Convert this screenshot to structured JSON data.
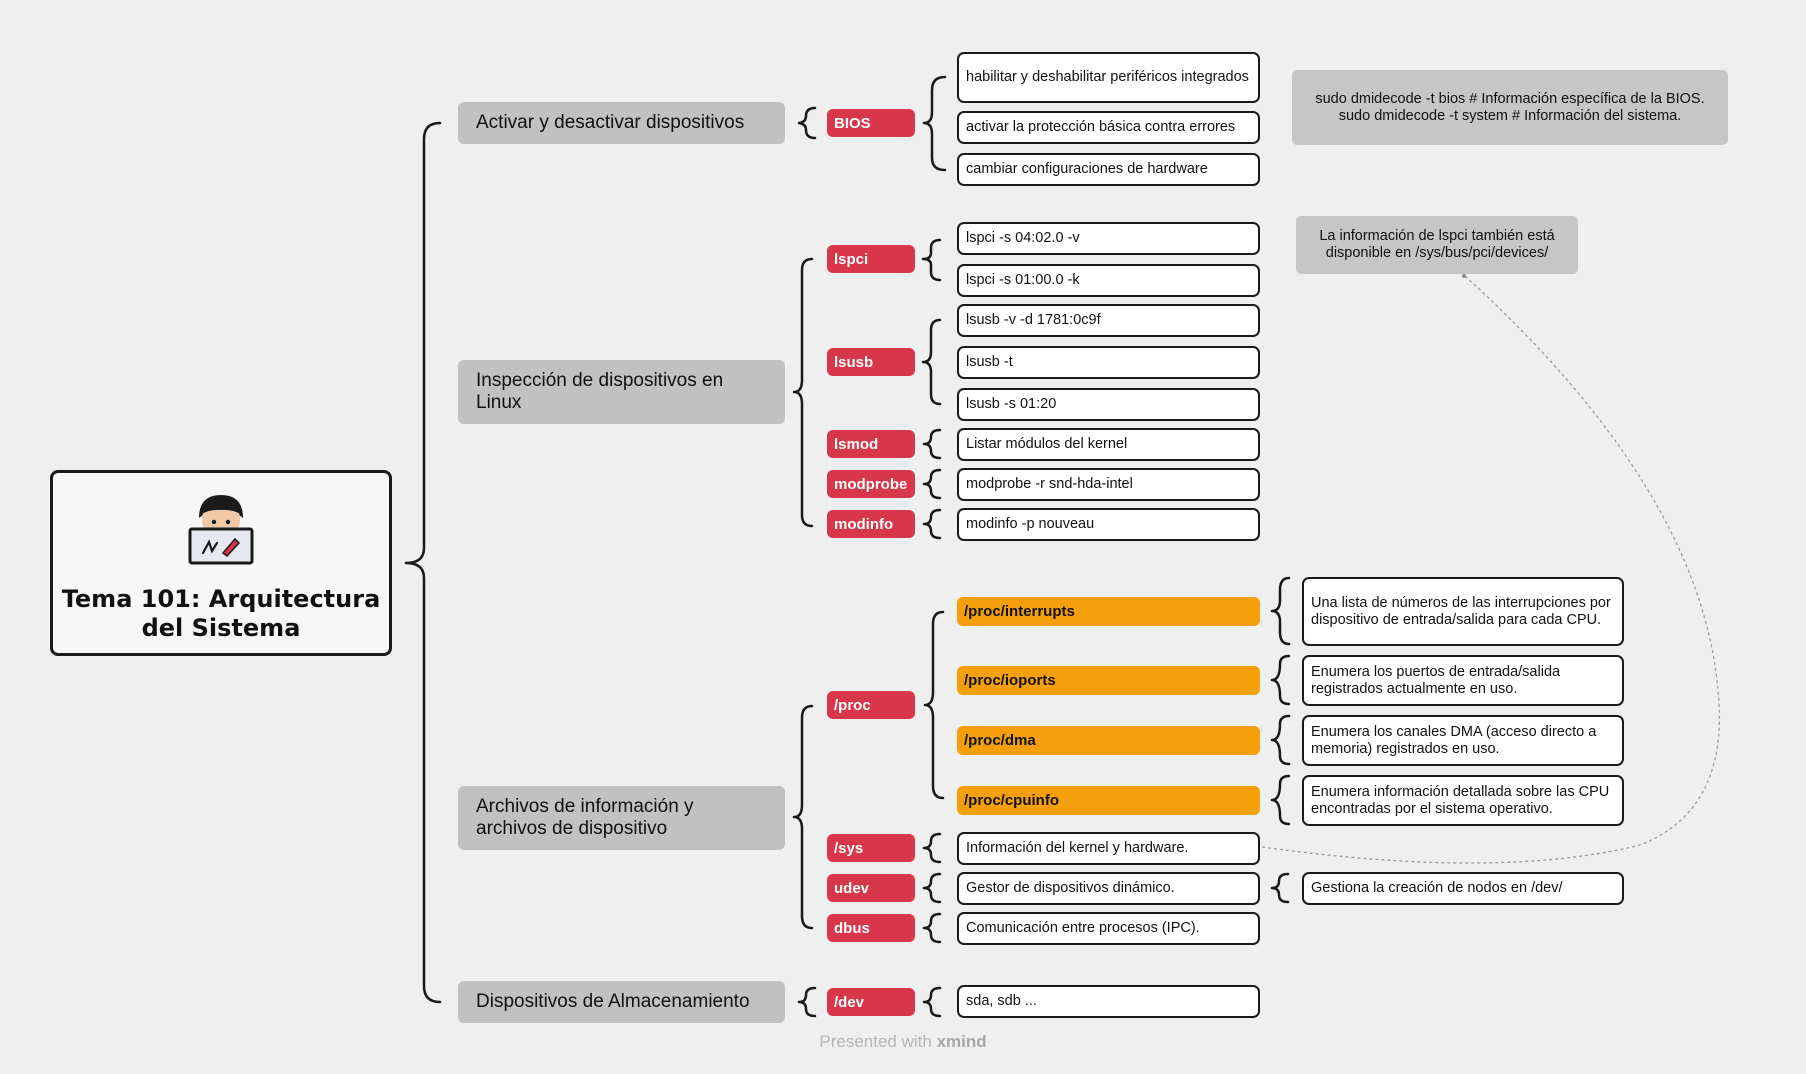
{
  "root": {
    "title": "Tema 101: Arquitectura del Sistema",
    "icon": "person-laptop-icon"
  },
  "categories": [
    "Activar y desactivar dispositivos",
    "Inspección de dispositivos en Linux",
    "Archivos de información y archivos de dispositivo",
    "Dispositivos de Almacenamiento"
  ],
  "tags": {
    "bios": "BIOS",
    "lspci": "lspci",
    "lsusb": "lsusb",
    "lsmod": "lsmod",
    "modprobe": "modprobe",
    "modinfo": "modinfo",
    "proc": "/proc",
    "sys": "/sys",
    "udev": "udev",
    "dbus": "dbus",
    "dev": "/dev"
  },
  "proc_files": [
    "/proc/interrupts",
    "/proc/ioports",
    "/proc/dma",
    "/proc/cpuinfo"
  ],
  "leaves": {
    "bios": [
      "habilitar y deshabilitar periféricos integrados",
      "activar la protección básica contra errores",
      "cambiar configuraciones de hardware"
    ],
    "lspci": [
      "lspci -s 04:02.0 -v",
      "lspci -s 01:00.0 -k"
    ],
    "lsusb": [
      "lsusb -v -d 1781:0c9f",
      "lsusb -t",
      "lsusb -s 01:20"
    ],
    "lsmod": "Listar módulos del kernel",
    "modprobe": "modprobe -r snd-hda-intel",
    "modinfo": "modinfo -p nouveau",
    "proc_desc": [
      "Una lista de números de las interrupciones por dispositivo de entrada/salida para cada CPU.",
      "Enumera los puertos de entrada/salida registrados actualmente en uso.",
      "Enumera los canales DMA (acceso directo a memoria) registrados en uso.",
      "Enumera información detallada sobre las CPU encontradas por el sistema operativo."
    ],
    "sys": "Información del kernel y hardware.",
    "udev": "Gestor de dispositivos dinámico.",
    "udev_detail": "Gestiona la creación de nodos en /dev/",
    "dbus": "Comunicación entre procesos (IPC).",
    "dev": "sda, sdb ..."
  },
  "notes": {
    "bios": "sudo dmidecode -t bios  # Información específica de la BIOS.\n sudo dmidecode -t system  # Información del sistema.",
    "lspci": "La información de lspci también está disponible en /sys/bus/pci/devices/"
  },
  "footer": {
    "prefix": "Presented with",
    "brand": "xmind"
  }
}
